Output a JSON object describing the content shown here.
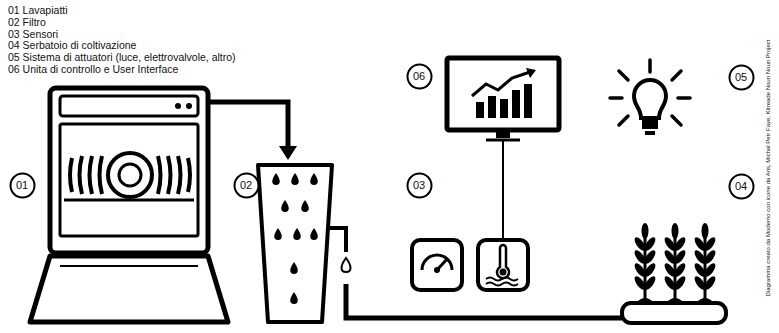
{
  "diagram": {
    "nodes": [
      {
        "text": [
          "06"
        ]
      },
      {
        "text": [
          "05"
        ]
      },
      {
        "text": [
          "01"
        ]
      },
      {
        "text": [
          "02"
        ]
      },
      {
        "text": [
          "03"
        ]
      },
      {
        "text": [
          "04"
        ]
      }
    ],
    "labels": [
      "01 Lavapiatti",
      "02 Filtro",
      "03 Sensori",
      "04 Serbatoio di coltivazione",
      "05 Sistema di attuatori (luce, elettrovalvole, altro)",
      "06 Unita di controllo e User Interface",
      "Diagramma creato da Moderno con icone da Aris, Michal Petr Faye, Kitreade Noun Noun Project"
    ]
  }
}
